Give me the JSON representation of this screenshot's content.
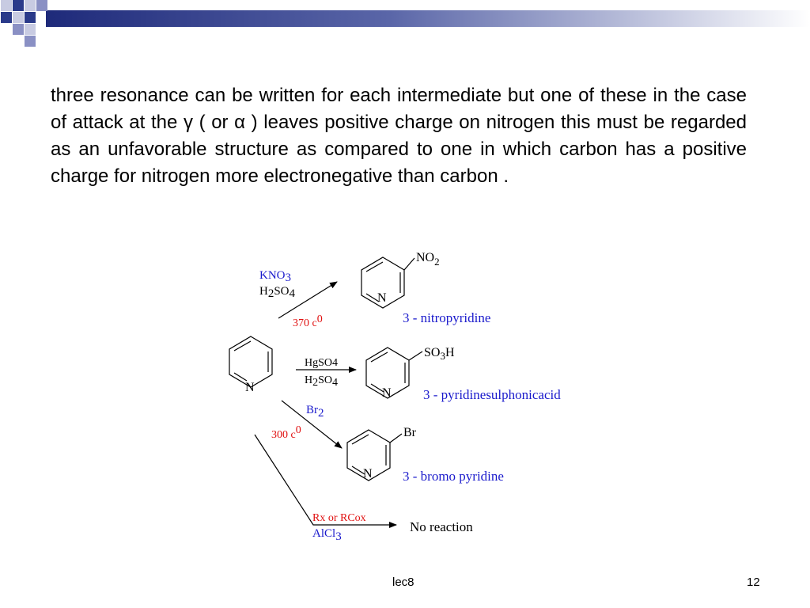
{
  "colors": {
    "blue": "#1a1acc",
    "red": "#e01010",
    "black": "#000000",
    "banner_dark": "#2a3a8a"
  },
  "body": {
    "paragraph": "three resonance can be written for each intermediate but one of these in the case of attack at the γ ( or α ) leaves positive charge on nitrogen this must be regarded as an unfavorable structure as compared to one in which carbon has a positive charge for nitrogen more electronegative than carbon ."
  },
  "scheme": {
    "start_n": "N",
    "nitration": {
      "reagent1_main": "KNO",
      "reagent1_sub": "3",
      "reagent2_a": "H",
      "reagent2_sub1": "2",
      "reagent2_b": "SO",
      "reagent2_sub2": "4",
      "temp": "370 c",
      "temp_sup": "0",
      "subst_main": "NO",
      "subst_sub": "2",
      "ring_n": "N",
      "product": "3 - nitropyridine"
    },
    "sulfonation": {
      "reagent1": "HgSO4",
      "reagent2_a": "H",
      "reagent2_sub1": "2",
      "reagent2_b": "SO",
      "reagent2_sub2": "4",
      "subst_a": "SO",
      "subst_sub": "3",
      "subst_b": "H",
      "ring_n": "N",
      "product": "3 - pyridinesulphonicacid"
    },
    "bromination": {
      "reagent_main": "Br",
      "reagent_sub": "2",
      "temp": "300 c",
      "temp_sup": "0",
      "subst": "Br",
      "ring_n": "N",
      "product": "3 - bromo pyridine"
    },
    "friedel": {
      "reagent1": "Rx or RCox",
      "reagent2_main": "AlCl",
      "reagent2_sub": "3",
      "result": "No reaction"
    }
  },
  "footer": {
    "left": "lec8",
    "right": "12"
  }
}
